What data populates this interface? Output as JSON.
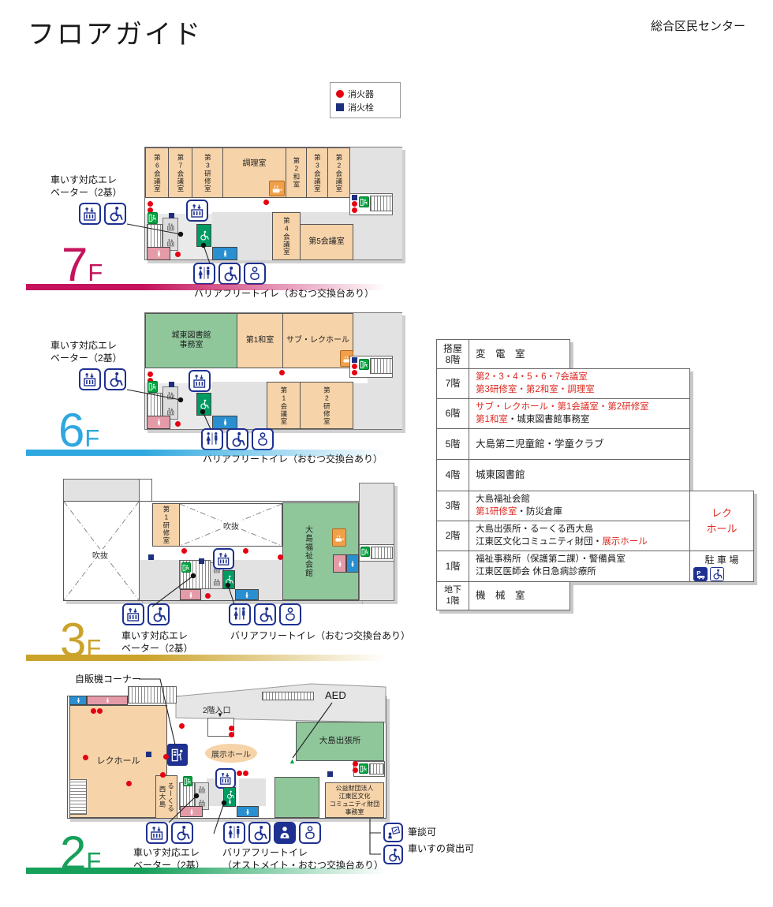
{
  "header": {
    "title": "フロアガイド",
    "org": "総合区民センター"
  },
  "legend": {
    "extinguisher": "消火器",
    "hydrant": "消火栓"
  },
  "common": {
    "elevator_label": "車いす対応エレ\nベーター（2基）",
    "toilet_label": "バリアフリートイレ（おむつ交換台あり）",
    "toilet_label_2f": "バリアフリートイレ\n（オストメイト・おむつ交換台あり）"
  },
  "f7": {
    "num": "7",
    "f": "F",
    "r6": "第6会議室",
    "r7": "第7会議室",
    "k3": "第3研修室",
    "cook": "調理室",
    "w2": "第2和室",
    "m3": "第3会議室",
    "m2": "第2会議室",
    "m4": "第4会議室",
    "m5": "第5会議室"
  },
  "f6": {
    "num": "6",
    "f": "F",
    "lib": "城東図書館\n事務室",
    "w1": "第1和室",
    "sub": "サブ・レクホール",
    "m1": "第1会議室",
    "k2": "第2研修室"
  },
  "f3": {
    "num": "3",
    "f": "F",
    "void1": "吹抜",
    "void2": "吹抜",
    "k1": "第1研修室",
    "fukushi": "大島福祉会館"
  },
  "f2": {
    "num": "2",
    "f": "F",
    "vending": "自販機コーナー",
    "entrance": "2階入口",
    "rec": "レクホール",
    "tenji": "展示ホール",
    "branch": "大島出張所",
    "aed": "AED",
    "rukuru": "るーくる\n西大島",
    "office": "公益財団法人\n江東区文化\nコミュニティ財団\n事務室",
    "write_ok": "筆談可",
    "wheelchair_rent": "車いすの貸出可"
  },
  "directory": {
    "rows": [
      {
        "floor": "搭屋\n8階",
        "l1": [
          "変　電　室"
        ]
      },
      {
        "floor": "7階",
        "l1": [
          "第2・3・4・5・6・7会議室"
        ],
        "l2": [
          "第3研修室・第2和室・調理室"
        ]
      },
      {
        "floor": "6階",
        "l1": [
          "サブ・レクホール・第1会議室・第2研修室"
        ],
        "l2": [
          "第1和室",
          "・城東図書館事務室"
        ]
      },
      {
        "floor": "5階",
        "l1": [
          "大島第二児童館・学童クラブ"
        ]
      },
      {
        "floor": "4階",
        "l1": [
          "城東図書館"
        ]
      },
      {
        "floor": "3階",
        "l1": [
          "大島福祉会館"
        ],
        "l2": [
          "第1研修室",
          "・防災倉庫"
        ]
      },
      {
        "floor": "2階",
        "l1": [
          "大島出張所・るーくる西大島"
        ],
        "l2": [
          "江東区文化コミュニティ財団・",
          "展示ホール"
        ]
      },
      {
        "floor": "1階",
        "l1": [
          "福祉事務所（保護第二課）・警備員室"
        ],
        "l2": [
          "江東区医師会 休日急病診療所"
        ]
      },
      {
        "floor": "地下\n1階",
        "l1": [
          "機　械　室"
        ]
      }
    ],
    "rec_hall": "レク\nホール",
    "parking": "駐 車 場"
  },
  "colors": {
    "f7": "#c4135c",
    "f6": "#2fa8df",
    "f3": "#cba32b",
    "f2": "#16a05a",
    "room_peach": "#f6d3a9",
    "room_green": "#8fc79b",
    "fire_red": "#e60012",
    "icon_navy": "#1e3091",
    "text_red": "#dd2b22"
  }
}
